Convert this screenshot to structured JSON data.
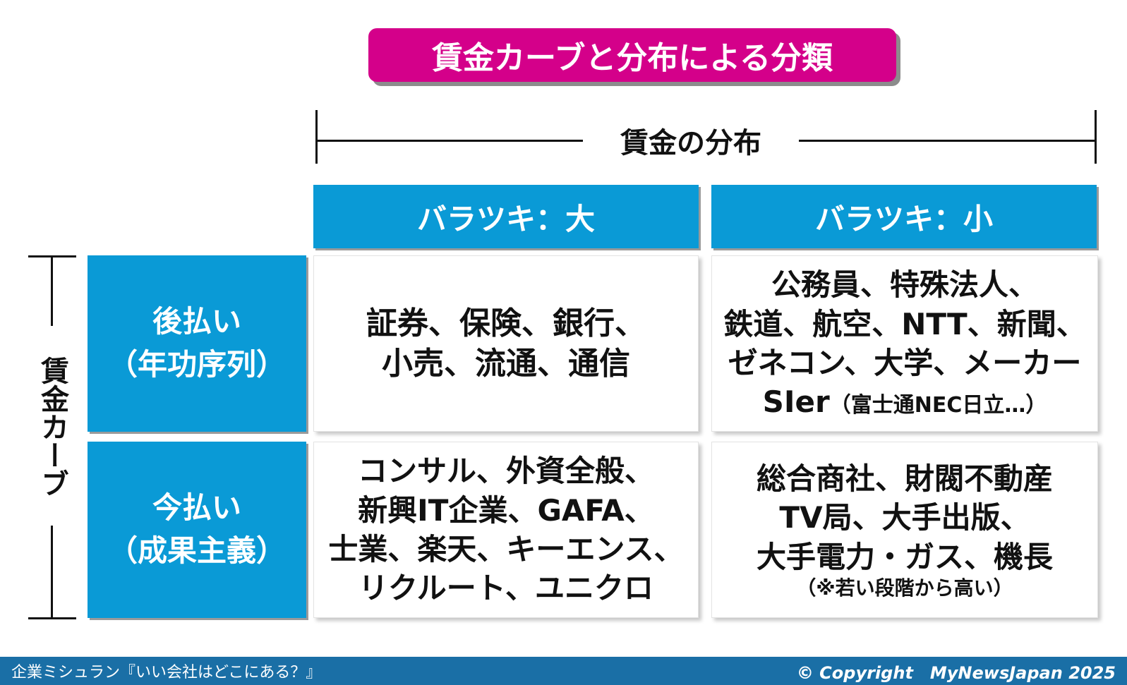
{
  "title": "賃金カーブと分布による分類",
  "axis_x_label": "賃金の分布",
  "axis_y_label": "賃金カーブ",
  "columns": [
    "バラツキ：大",
    "バラツキ：小"
  ],
  "rows": [
    {
      "line1": "後払い",
      "line2": "（年功序列）"
    },
    {
      "line1": "今払い",
      "line2": "（成果主義）"
    }
  ],
  "cells": {
    "r0c0": [
      "証券、保険、銀行、",
      "小売、流通、通信"
    ],
    "r0c1": {
      "lines": [
        "公務員、特殊法人、",
        "鉄道、航空、NTT、新聞、",
        "ゼネコン、大学、メーカー"
      ],
      "last_main": "SIer",
      "last_small": "（富士通NEC日立…）"
    },
    "r1c0": [
      "コンサル、外資全般、",
      "新興IT企業、GAFA、",
      "士業、楽天、キーエンス、",
      "リクルート、ユニクロ"
    ],
    "r1c1": {
      "lines": [
        "総合商社、財閥不動産",
        "TV局、大手出版、",
        "大手電力・ガス、機長"
      ],
      "note": "（※若い段階から高い）"
    }
  },
  "footer": {
    "left": "企業ミシュラン『いい会社はどこにある？』",
    "right": "© Copyright　MyNewsJapan 2025"
  },
  "colors": {
    "title_bg": "#d4008a",
    "header_blue": "#0a9ad6",
    "footer_bg": "#1a6fa6"
  }
}
